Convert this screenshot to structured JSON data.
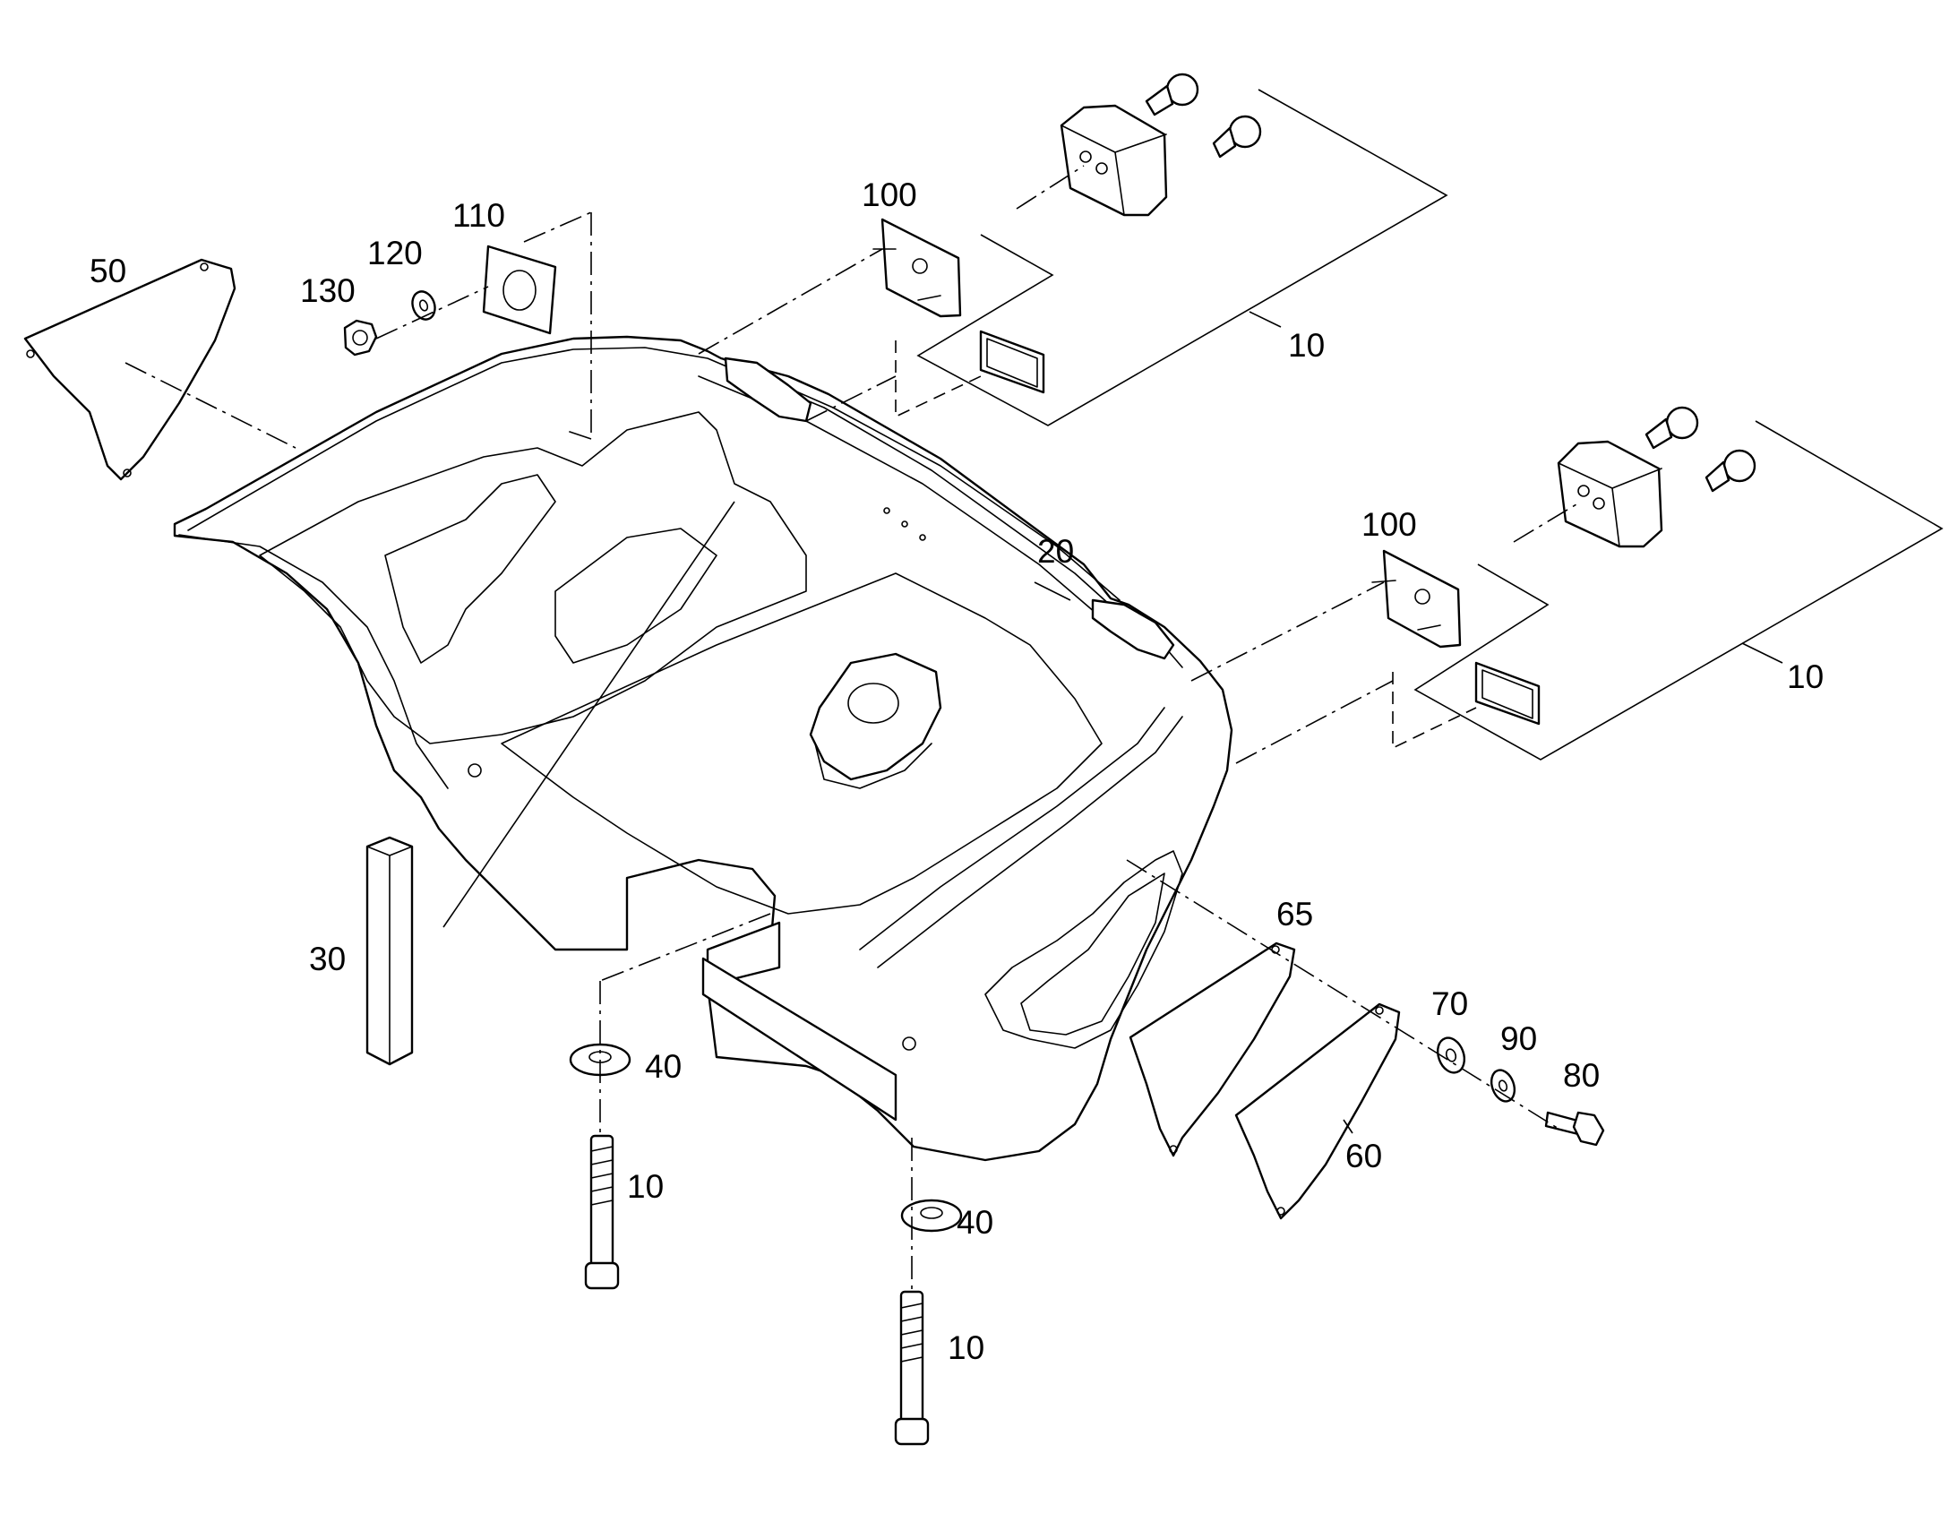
{
  "diagram": {
    "callouts": {
      "c50": "50",
      "c130": "130",
      "c120": "120",
      "c110": "110",
      "c100_top": "100",
      "c10_top": "10",
      "c20": "20",
      "c100_right": "100",
      "c10_right": "10",
      "c30": "30",
      "c40_left": "40",
      "c10_bolt_left": "10",
      "c40_center": "40",
      "c10_bolt_center": "10",
      "c65": "65",
      "c70": "70",
      "c90": "90",
      "c80": "80",
      "c60": "60"
    }
  }
}
